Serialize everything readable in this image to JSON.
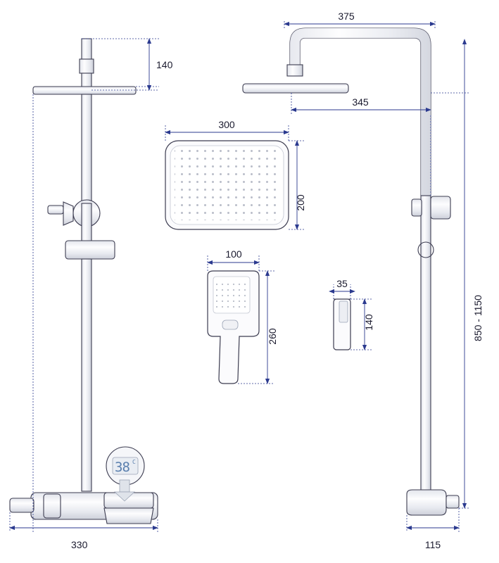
{
  "drawing": {
    "title": "shower-set-technical-drawing",
    "colors": {
      "outline": "#3c3c50",
      "dimension": "#2b3a8f",
      "fill_light": "#fbfbfd",
      "fill_mid": "#eceef3",
      "lcd": "#5a7fae"
    },
    "dimensions": {
      "riser_top_offset": "140",
      "overhead_arm_top": "375",
      "overhead_arm_center": "345",
      "head_width": "300",
      "head_depth": "200",
      "handset_width": "100",
      "handset_height": "260",
      "holder_width": "35",
      "holder_height": "140",
      "column_height_range": "850 - 1150",
      "base_width_left": "330",
      "base_width_right": "115"
    },
    "thermostat_display": {
      "value": "38",
      "unit": "C"
    }
  }
}
